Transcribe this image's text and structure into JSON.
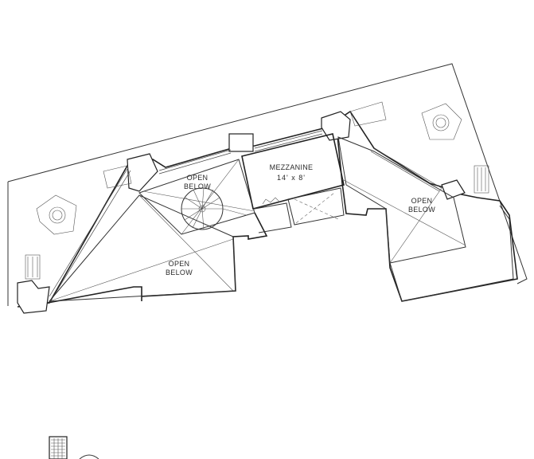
{
  "labels": {
    "open_below_upper_line1": "OPEN",
    "open_below_upper_line2": "BELOW",
    "open_below_lower_line1": "OPEN",
    "open_below_lower_line2": "BELOW",
    "open_below_right_line1": "OPEN",
    "open_below_right_line2": "BELOW",
    "mezzanine_name": "MEZZANINE",
    "mezzanine_size": "14' x 8'"
  }
}
